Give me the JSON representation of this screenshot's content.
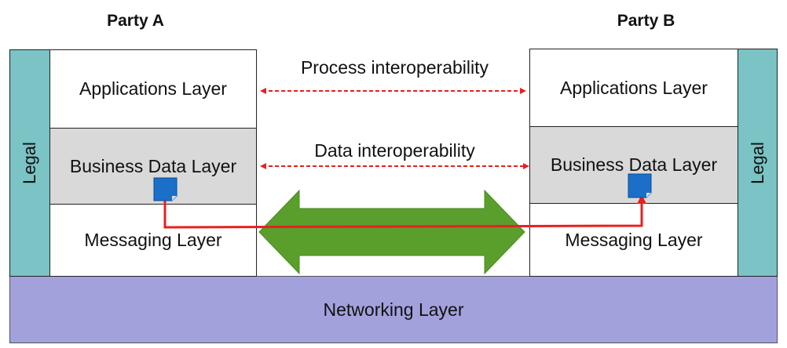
{
  "party_a": {
    "title": "Party A",
    "legal": "Legal",
    "layers": [
      "Applications Layer",
      "Business Data Layer",
      "Messaging Layer"
    ]
  },
  "party_b": {
    "title": "Party B",
    "legal": "Legal",
    "layers": [
      "Applications Layer",
      "Business Data Layer",
      "Messaging Layer"
    ]
  },
  "links": {
    "process": "Process interoperability",
    "data": "Data interoperability"
  },
  "networking": "Networking Layer",
  "colors": {
    "legal": "#7bc3c4",
    "business": "#d9d9d9",
    "networking": "#a3a1dc",
    "arrow": "#5a9e2c",
    "link": "#e8201f",
    "document": "#1b6fc8"
  }
}
